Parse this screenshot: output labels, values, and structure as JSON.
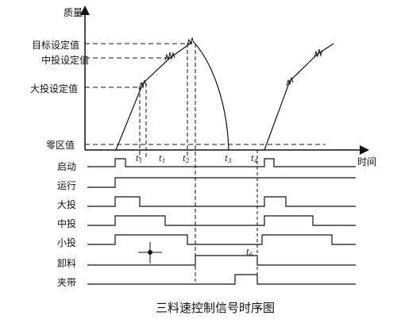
{
  "diagram": {
    "y_axis_label": "质量",
    "x_axis_label": "时间",
    "levels": {
      "target": "目标设定值",
      "medium": "中投设定值",
      "large": "大投设定值",
      "zero": "零区值"
    },
    "time_marks": {
      "t1a": "t",
      "t1a_sub": "1",
      "t1b": "t",
      "t1b_sub": "1",
      "t2": "t",
      "t2_sub": "2",
      "t3": "t",
      "t3_sub": "3",
      "t4": "t",
      "t4_sub": "4",
      "t6": "t",
      "t6_sub": "6"
    },
    "signals": {
      "start": "启动",
      "run": "运行",
      "large": "大投",
      "medium": "中投",
      "small": "小投",
      "discharge": "卸料",
      "clamp": "夹带"
    },
    "caption": "三料速控制信号时序图"
  }
}
